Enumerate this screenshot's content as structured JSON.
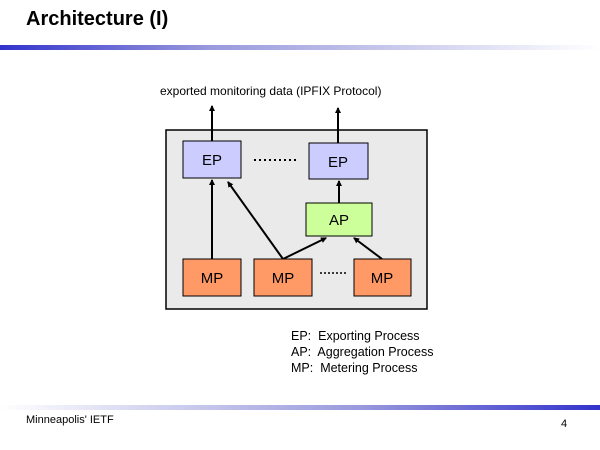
{
  "slide": {
    "title": "Architecture (I)",
    "footer": "Minneapolis' IETF",
    "page_number": "4"
  },
  "diagram": {
    "output_label": "exported monitoring data (IPFIX Protocol)",
    "nodes": {
      "ep1": "EP",
      "ep2": "EP",
      "ap": "AP",
      "mp1": "MP",
      "mp2": "MP",
      "mp3": "MP"
    },
    "colors": {
      "ep": "#ccccff",
      "ap": "#ccff99",
      "mp": "#ff9966",
      "container": "#eaeaea"
    },
    "ellipsis": "........"
  },
  "legend": [
    {
      "abbr": "EP:",
      "text": "Exporting Process"
    },
    {
      "abbr": "AP:",
      "text": "Aggregation Process"
    },
    {
      "abbr": "MP:",
      "text": "Metering Process"
    }
  ]
}
